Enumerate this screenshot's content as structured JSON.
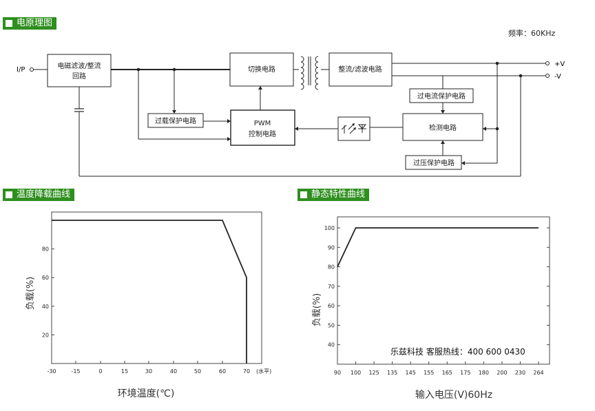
{
  "headers": {
    "circuit": "电原理图",
    "derating": "温度降载曲线",
    "static": "静态特性曲线"
  },
  "freq": "频率：60KHz",
  "circuit": {
    "input_label": "I/P",
    "out_pos": "+V",
    "out_neg": "-V",
    "blocks": {
      "emi_line1": "电磁滤波/整流",
      "emi_line2": "回路",
      "switch": "切换电路",
      "rect": "整流/滤波电路",
      "ocp": "过电流保护电路",
      "detect": "检测电路",
      "ovp": "过压保护电路",
      "pwm_line1": "PWM",
      "pwm_line2": "控制电路",
      "olp": "过载保护电路"
    }
  },
  "chart_data": [
    {
      "type": "line",
      "x": [
        -30,
        60,
        70,
        70
      ],
      "y": [
        100,
        100,
        60,
        0
      ],
      "xticks": [
        "-30",
        "-15",
        "0",
        "15",
        "30",
        "40",
        "50",
        "60",
        "70"
      ],
      "x_unit_note": "(水平)",
      "yticks": [
        "20",
        "40",
        "60",
        "80"
      ],
      "xlabel": "环境温度(℃)",
      "ylabel": "负载(%)"
    },
    {
      "type": "line",
      "x": [
        90,
        100,
        264
      ],
      "y": [
        80,
        100,
        100
      ],
      "xticks": [
        "90",
        "100",
        "125",
        "135",
        "145",
        "155",
        "165",
        "175",
        "180",
        "200",
        "230",
        "264"
      ],
      "yticks": [
        "40",
        "50",
        "60",
        "70",
        "80",
        "90",
        "100"
      ],
      "xlabel": "输入电压(V)60Hz",
      "ylabel": "负载(%)",
      "annotation": "乐兹科技 客服热线：400 600 0430"
    }
  ]
}
